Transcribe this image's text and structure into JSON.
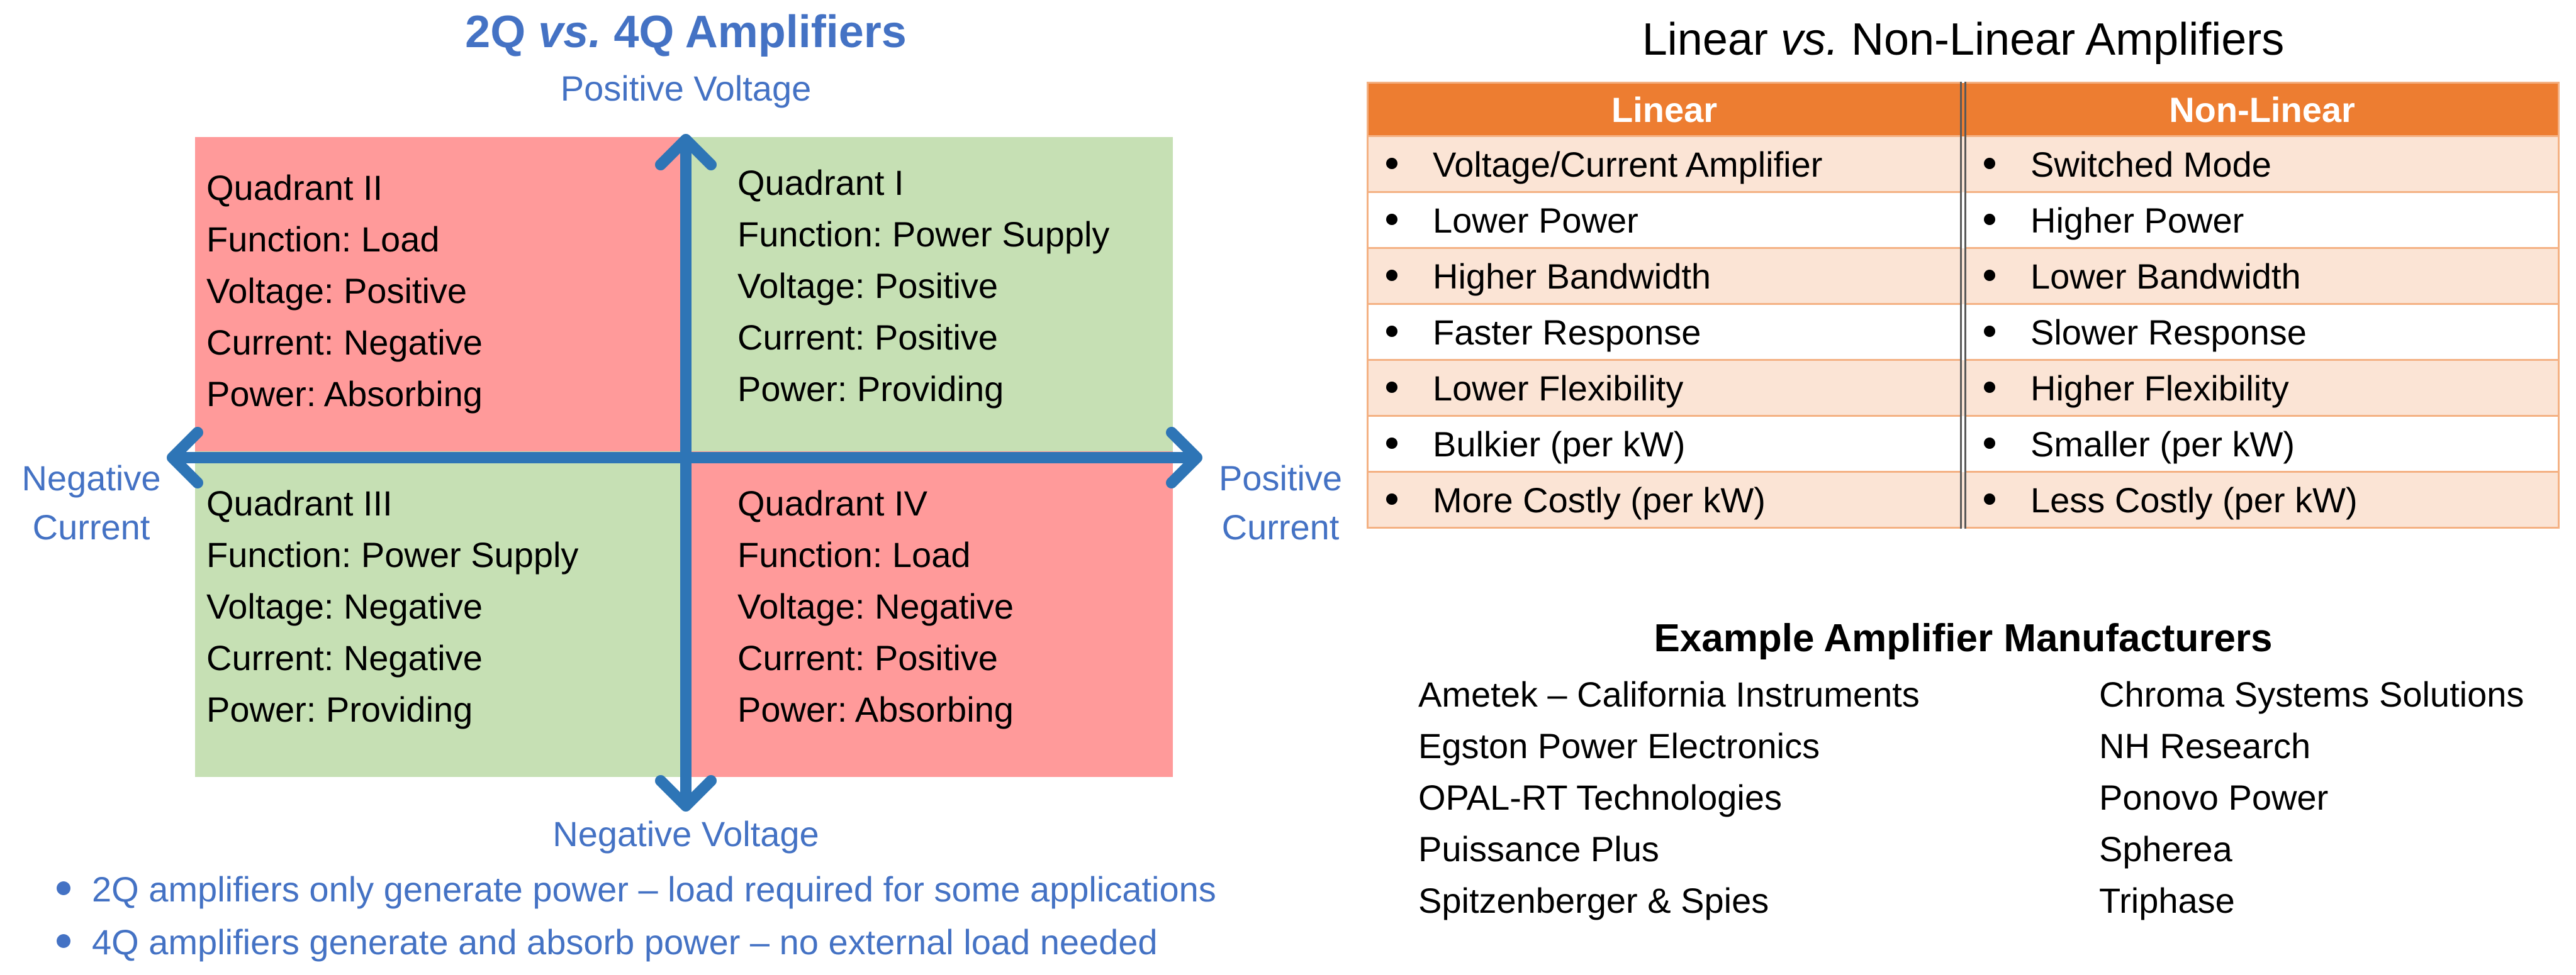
{
  "diagram": {
    "title_prefix": "2Q ",
    "title_vs": "vs.",
    "title_suffix": " 4Q Amplifiers",
    "axis_labels": {
      "positive_voltage": "Positive Voltage",
      "negative_voltage": "Negative Voltage",
      "negative_current_line1": "Negative",
      "negative_current_line2": "Current",
      "positive_current_line1": "Positive",
      "positive_current_line2": "Current"
    },
    "quadrants": [
      {
        "name": "Quadrant II",
        "function": "Function:  Load",
        "voltage": "Voltage:  Positive",
        "current": "Current:  Negative",
        "power": "Power:  Absorbing",
        "color": "#ff9a9a"
      },
      {
        "name": "Quadrant I",
        "function": "Function:  Power Supply",
        "voltage": "Voltage:  Positive",
        "current": "Current:  Positive",
        "power": "Power:  Providing",
        "color": "#c6e0b4"
      },
      {
        "name": "Quadrant III",
        "function": "Function:  Power Supply",
        "voltage": "Voltage:  Negative",
        "current": "Current:  Negative",
        "power": "Power:  Providing",
        "color": "#c6e0b4"
      },
      {
        "name": "Quadrant IV",
        "function": "Function:  Load",
        "voltage": "Voltage:  Negative",
        "current": "Current:  Positive",
        "power": "Power:  Absorbing",
        "color": "#ff9a9a"
      }
    ],
    "axis_color": "#2e75b6"
  },
  "bullets": [
    "2Q amplifiers only generate power – load required for some applications",
    "4Q amplifiers generate and absorb power – no external load needed"
  ],
  "comparison": {
    "title_prefix": "Linear ",
    "title_vs": "vs.",
    "title_suffix": " Non-Linear Amplifiers",
    "headers": [
      "Linear",
      "Non-Linear"
    ],
    "rows": [
      [
        "Voltage/Current Amplifier",
        "Switched Mode"
      ],
      [
        "Lower Power",
        "Higher Power"
      ],
      [
        "Higher Bandwidth",
        "Lower Bandwidth"
      ],
      [
        "Faster Response",
        "Slower Response"
      ],
      [
        "Lower Flexibility",
        "Higher Flexibility"
      ],
      [
        "Bulkier (per kW)",
        "Smaller (per kW)"
      ],
      [
        "More Costly (per kW)",
        "Less Costly (per kW)"
      ]
    ],
    "header_color": "#ed7d31"
  },
  "manufacturers": {
    "title": "Example Amplifier Manufacturers",
    "left": [
      "Ametek – California Instruments",
      "Egston Power Electronics",
      "OPAL-RT Technologies",
      "Puissance Plus",
      "Spitzenberger & Spies"
    ],
    "right": [
      "Chroma Systems Solutions",
      "NH Research",
      "Ponovo Power",
      "Spherea",
      "Triphase"
    ]
  }
}
